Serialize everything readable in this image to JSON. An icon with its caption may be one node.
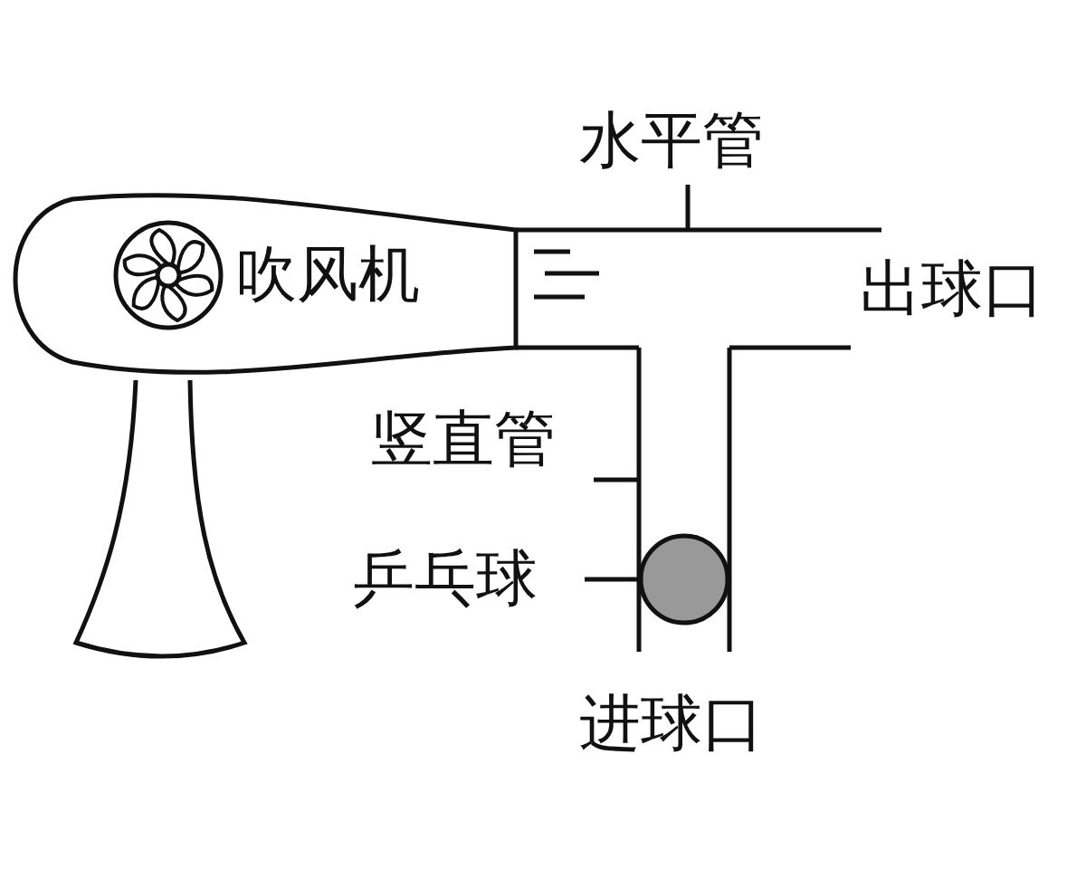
{
  "diagram": {
    "nodes": [
      {
        "text": [
          "吹风机"
        ]
      },
      {
        "text": [
          "水平管"
        ]
      },
      {
        "text": [],
        "shape": "picture"
      },
      {
        "text": [
          "竖直管"
        ]
      },
      {
        "text": [],
        "shape": "picture"
      },
      {
        "text": [
          "乒乓球"
        ]
      },
      {
        "text": [],
        "shape": "circle",
        "in": 4
      }
    ],
    "edges": [
      {
        "from": 1,
        "to": 2,
        "arrow": "none"
      },
      {
        "from": 3,
        "to": 4,
        "arrow": "none"
      },
      {
        "from": 5,
        "to": 6,
        "arrow": "none"
      }
    ],
    "labels": [
      "出球口",
      "进球口"
    ]
  }
}
